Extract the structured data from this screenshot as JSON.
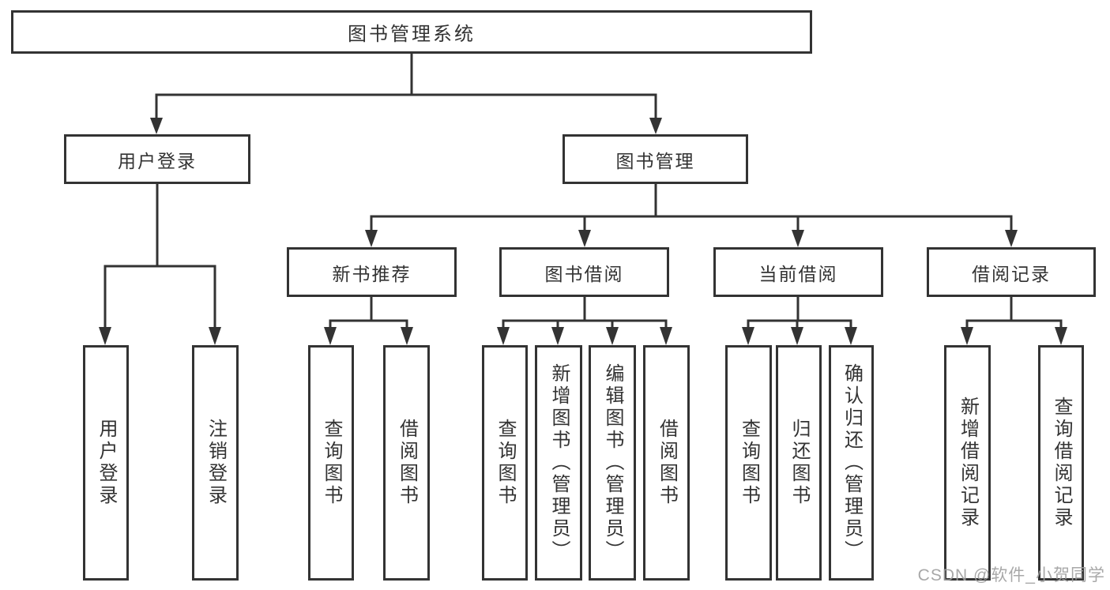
{
  "diagram": {
    "root": {
      "label": "图书管理系统"
    },
    "level2": {
      "user_login": {
        "label": "用户登录"
      },
      "book_management": {
        "label": "图书管理"
      }
    },
    "level3": {
      "new_book_recommend": {
        "label": "新书推荐"
      },
      "book_borrow": {
        "label": "图书借阅"
      },
      "current_borrow": {
        "label": "当前借阅"
      },
      "borrow_records": {
        "label": "借阅记录"
      }
    },
    "leaves": {
      "login": [
        {
          "label": "用户登录"
        },
        {
          "label": "注销登录"
        }
      ],
      "newbook": [
        {
          "label": "查询图书"
        },
        {
          "label": "借阅图书"
        }
      ],
      "borrow": [
        {
          "label": "查询图书"
        },
        {
          "label": "新增图书（管理员）"
        },
        {
          "label": "编辑图书（管理员）"
        },
        {
          "label": "借阅图书"
        }
      ],
      "current": [
        {
          "label": "查询图书"
        },
        {
          "label": "归还图书"
        },
        {
          "label": "确认归还（管理员）"
        }
      ],
      "records": [
        {
          "label": "新增借阅记录"
        },
        {
          "label": "查询借阅记录"
        }
      ]
    },
    "colors": {
      "line": "#333333",
      "text": "#333333",
      "background": "#ffffff",
      "watermark": "#9e9e9e"
    }
  },
  "watermark": {
    "text": "CSDN @软件_小贺同学"
  }
}
